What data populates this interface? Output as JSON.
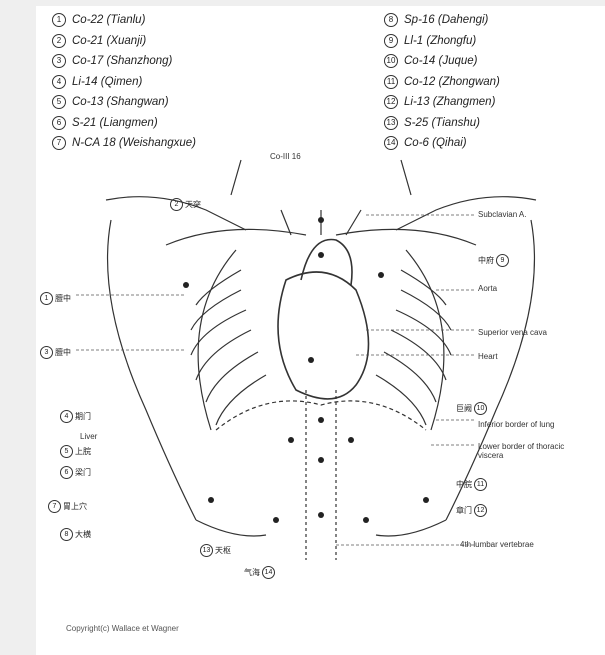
{
  "legend_left": [
    {
      "num": "1",
      "text": "Co-22 (Tianlu)"
    },
    {
      "num": "2",
      "text": "Co-21 (Xuanji)"
    },
    {
      "num": "3",
      "text": "Co-17 (Shanzhong)"
    },
    {
      "num": "4",
      "text": "Li-14 (Qimen)"
    },
    {
      "num": "5",
      "text": "Co-13 (Shangwan)"
    },
    {
      "num": "6",
      "text": "S-21 (Liangmen)"
    },
    {
      "num": "7",
      "text": "N-CA 18 (Weishangxue)"
    }
  ],
  "legend_right": [
    {
      "num": "8",
      "text": "Sp-16 (Dahengi)"
    },
    {
      "num": "9",
      "text": "Ll-1 (Zhongfu)"
    },
    {
      "num": "10",
      "text": "Co-14 (Juque)"
    },
    {
      "num": "11",
      "text": "Co-12 (Zhongwan)"
    },
    {
      "num": "12",
      "text": "Li-13 (Zhangmen)"
    },
    {
      "num": "13",
      "text": "S-25 (Tianshu)"
    },
    {
      "num": "14",
      "text": "Co-6 (Qihai)"
    }
  ],
  "labels": {
    "top_center": "Co-III 16",
    "subclavian": "Subclavian A.",
    "aorta": "Aorta",
    "svc": "Superior vena cava",
    "heart": "Heart",
    "inferior_lung": "Inferior border of lung",
    "lower_thoracic": "Lower border of thoracic viscera",
    "lumbar": "4th lumbar vertebrae"
  },
  "tags": {
    "top_left": {
      "num": "2",
      "text": "天突"
    },
    "right_1": {
      "num": "9",
      "text": "中府"
    },
    "left_1": {
      "num": "1",
      "text": "膻中"
    },
    "left_2": {
      "num": "3",
      "text": "膻中"
    },
    "right_2": {
      "num": "10",
      "text": "巨阙"
    },
    "left_3": {
      "num": "4",
      "text": "期门"
    },
    "left_4": {
      "num": "5",
      "text": "上脘"
    },
    "left_5": {
      "num": "6",
      "text": "梁门"
    },
    "right_3": {
      "num": "11",
      "text": "中脘"
    },
    "left_6": {
      "num": "7",
      "text": "胃上穴"
    },
    "right_4": {
      "num": "12",
      "text": "章门"
    },
    "left_7": {
      "num": "8",
      "text": "大横"
    },
    "bottom_1": {
      "num": "13",
      "text": "天枢"
    },
    "bottom_2": {
      "num": "14",
      "text": "气海"
    }
  },
  "small_left_text": "Liver",
  "copyright": "Copyright(c) Wallace et Wagner"
}
